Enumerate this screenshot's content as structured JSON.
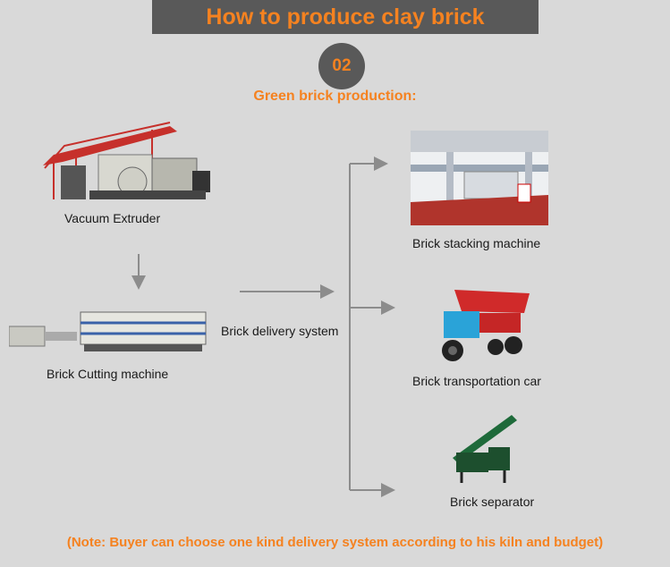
{
  "title": "How to produce clay brick",
  "step_number": "02",
  "subtitle": "Green brick production:",
  "machines": {
    "vacuum_extruder": "Vacuum Extruder",
    "brick_cutting_machine": "Brick Cutting machine",
    "brick_delivery_system": "Brick delivery system",
    "brick_stacking_machine": "Brick stacking machine",
    "brick_transportation_car": "Brick transportation car",
    "brick_separator": "Brick separator"
  },
  "note": "(Note: Buyer can choose one kind delivery system according to his kiln and budget)",
  "colors": {
    "accent": "#f58220",
    "banner": "#595959",
    "background": "#d9d9d9",
    "arrow": "#8c8c8c"
  }
}
